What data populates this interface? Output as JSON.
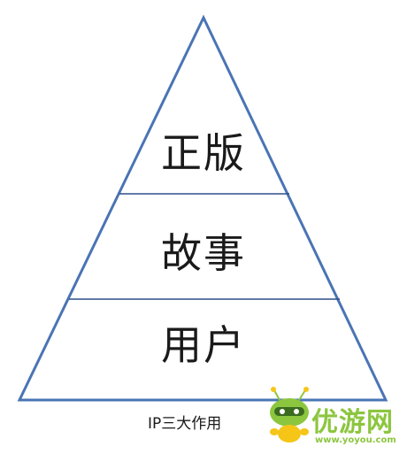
{
  "diagram": {
    "levels": [
      {
        "label": "正版"
      },
      {
        "label": "故事"
      },
      {
        "label": "用户"
      }
    ],
    "caption": "IP三大作用",
    "colors": {
      "outline": "#4a74b4",
      "divider": "#2f4f8a",
      "text": "#1a1a1a"
    }
  },
  "watermark": {
    "brand": "优游网",
    "url": "www.yoyou.com",
    "color": "#8cc63f"
  }
}
